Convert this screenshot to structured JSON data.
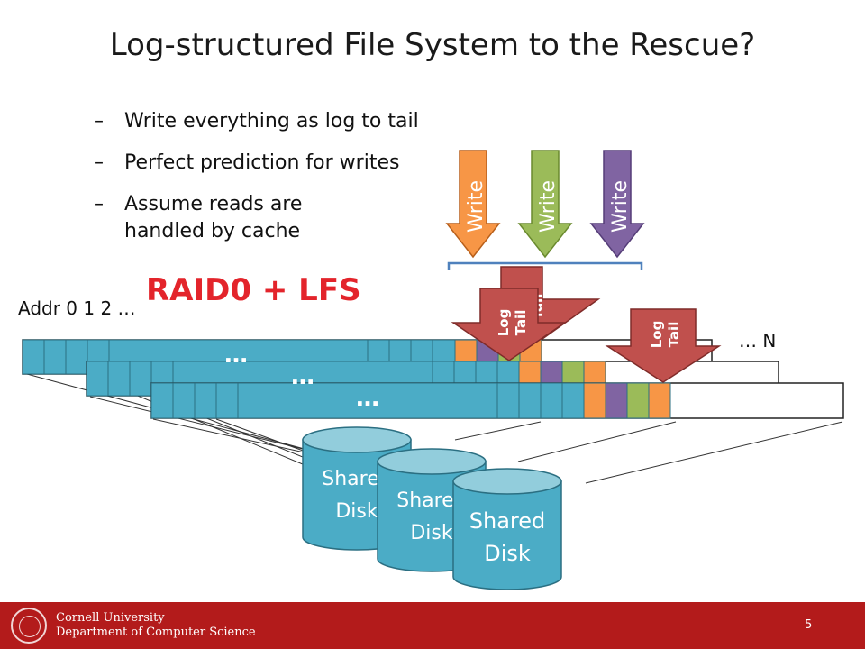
{
  "slide": {
    "title": "Log-structured File System to the Rescue?",
    "bullets": [
      "Write everything as log to tail",
      "Perfect prediction for writes",
      "Assume reads are handled by cache"
    ],
    "bullet_dash": "–",
    "addr_label": "Addr 0 1 2 …",
    "raid_label": "RAID0 + LFS",
    "end_label": "… N",
    "ellipsis": "…",
    "write_label": "Write",
    "log_tail_label": "Log Tail",
    "disk_label_line1": "Shared",
    "disk_label_line2": "Disk",
    "page_number": "5"
  },
  "footer": {
    "university": "Cornell University",
    "department": "Department of Computer Science"
  },
  "colors": {
    "write_orange": "#f79646",
    "write_green": "#9bbb59",
    "write_purple": "#8064a2",
    "block_blue": "#4bacc6",
    "log_tail_red": "#c0504d",
    "raid_red": "#e3242b",
    "footer_red": "#b31b1b"
  }
}
